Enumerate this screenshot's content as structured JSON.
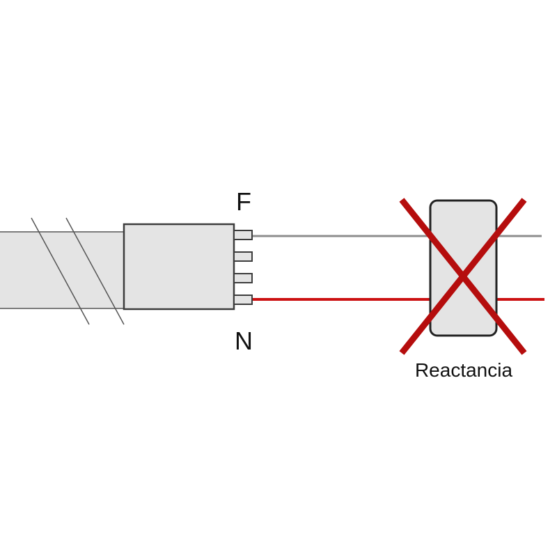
{
  "diagram": {
    "labels": {
      "phase": "F",
      "neutral": "N",
      "ballast": "Reactancia"
    },
    "colors": {
      "phase_wire": "#8d8d8d",
      "neutral_wire": "#cc1112",
      "cross_out": "#b50d0d",
      "component_fill": "#e4e4e4",
      "component_stroke": "#3c3c3c",
      "label_text": "#111111",
      "background": "#ffffff"
    }
  }
}
